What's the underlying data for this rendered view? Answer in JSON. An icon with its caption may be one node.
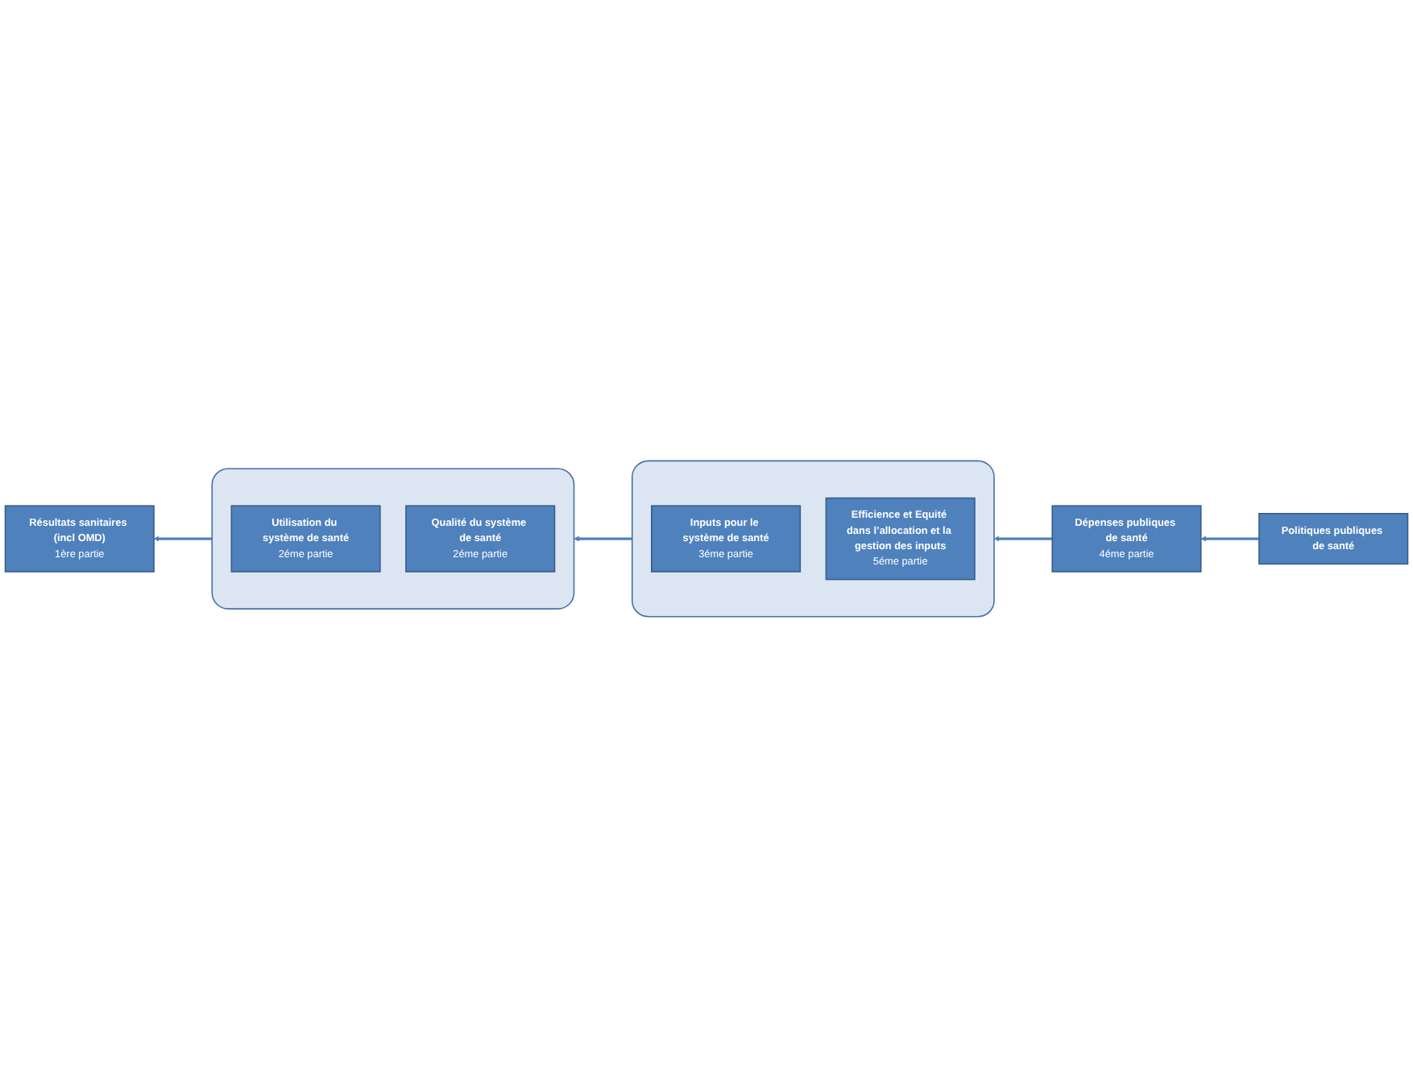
{
  "diagram": {
    "nodes": [
      {
        "text": [
          "Résultats sanitaires (incl OMD)",
          "1ère partie"
        ]
      },
      {
        "text": [],
        "shape": "box"
      },
      {
        "text": [
          "Utilisation du système de santé",
          "2éme partie"
        ],
        "in": 1
      },
      {
        "text": [
          "Qualité du système de santé",
          "2éme partie"
        ],
        "in": 1
      },
      {
        "text": [],
        "shape": "box"
      },
      {
        "text": [
          "Inputs pour le système de santé",
          "3éme partie"
        ],
        "in": 4
      },
      {
        "text": [
          "Efficience et Equité dans l’allocation et la gestion des inputs",
          "5éme partie"
        ],
        "in": 4
      },
      {
        "text": [
          "Politiques publiques de santé"
        ]
      },
      {
        "text": [
          "Dépenses publiques de santé",
          "4éme partie"
        ]
      }
    ],
    "edges": [
      {
        "from": 1,
        "to": 0,
        "arrow": "to"
      },
      {
        "from": 4,
        "to": 1,
        "arrow": "to"
      },
      {
        "from": 7,
        "to": 8,
        "arrow": "to"
      },
      {
        "from": 8,
        "to": 4,
        "arrow": "to"
      }
    ]
  }
}
